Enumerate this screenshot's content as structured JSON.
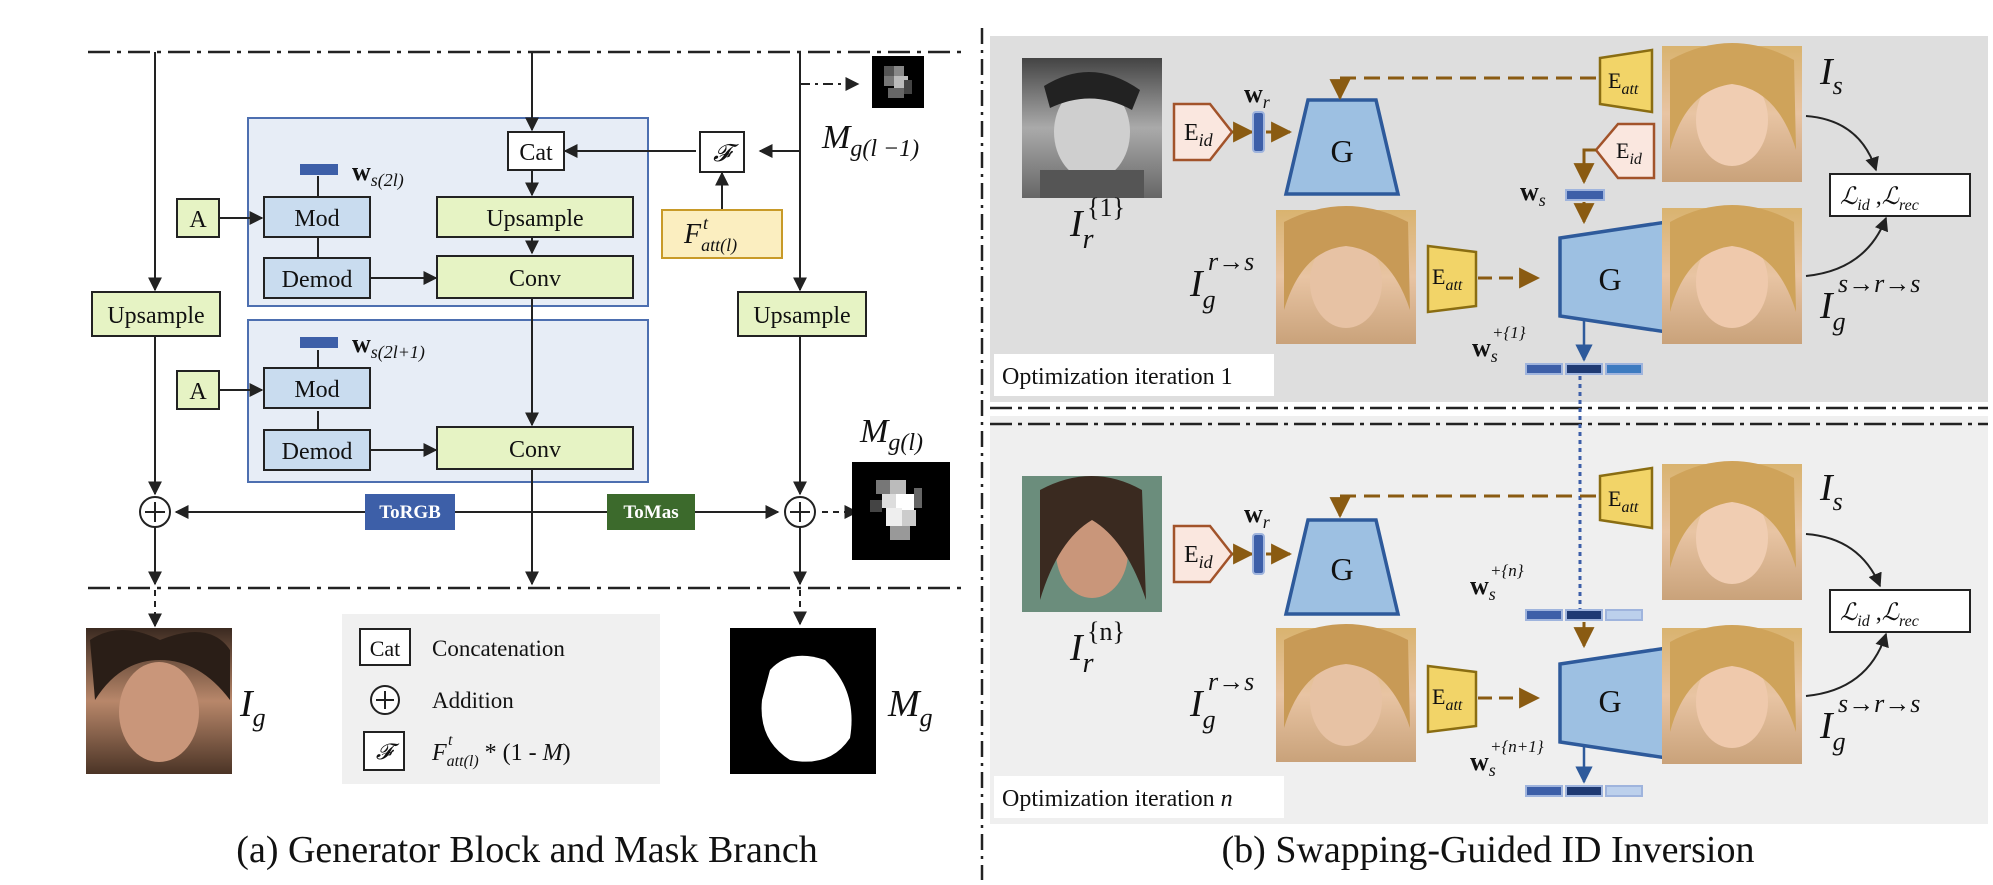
{
  "panel_a": {
    "caption": "(a) Generator Block and Mask Branch",
    "blocks": {
      "cat": "Cat",
      "upsample": "Upsample",
      "conv": "Conv",
      "mod": "Mod",
      "demod": "Demod",
      "a": "A",
      "f": "𝓕",
      "torgb": "ToRGB",
      "tomas": "ToMas"
    },
    "labels": {
      "w_s2l_base": "w",
      "w_s2l_sub": "s(2l)",
      "w_s2l1_base": "w",
      "w_s2l1_sub": "s(2l+1)",
      "m_prev_base": "M",
      "m_prev_sub": "g(l −1)",
      "m_cur_base": "M",
      "m_cur_sub": "g(l)",
      "f_att_base": "F",
      "f_att_sup": "t",
      "f_att_sub": "att(l)",
      "ig_base": "I",
      "ig_sub": "g",
      "mg_base": "M",
      "mg_sub": "g"
    },
    "legend": {
      "cat_symbol": "Cat",
      "cat_text": "Concatenation",
      "add_text": "Addition",
      "f_symbol": "𝓕",
      "f_formula_base": "F",
      "f_formula_sup": "t",
      "f_formula_sub": "att(l)",
      "f_formula_rest": " * (1 - ",
      "f_formula_m": "M",
      "f_formula_close": ")"
    }
  },
  "panel_b": {
    "caption": "(b) Swapping-Guided ID Inversion",
    "top": {
      "iteration_label": "Optimization iteration 1",
      "ir_sup": "{1}",
      "wplus_sup": "+{1}",
      "loss": "ℒid ,ℒrec"
    },
    "bottom": {
      "iteration_label_prefix": "Optimization iteration ",
      "iteration_label_n": "n",
      "ir_sup": "{n}",
      "wplus_sup_a": "+{n}",
      "wplus_sup_b": "+{n+1}",
      "loss": "ℒid ,ℒrec"
    },
    "common": {
      "g": "G",
      "e_base": "E",
      "e_id_sub": "id",
      "e_att_sub": "att",
      "w_base": "w",
      "w_r_sub": "r",
      "w_s_sub": "s",
      "i_base": "I",
      "is_sub": "s",
      "ir_sub": "r",
      "ig_sub": "g",
      "igrs_sup": "r→s",
      "igsrs_sup": "s→r→s",
      "l_id": "ℒ",
      "l_id_sub": "id",
      "l_rec_sub": "rec"
    }
  },
  "colors": {
    "block_bg": "#e7edf6",
    "block_border": "#4d6fb0",
    "green_box": "#e6f3c4",
    "mod_box": "#c9dcef",
    "yellow_box": "#fbeec0",
    "torgb": "#3d5fa8",
    "tomas": "#3c6a2c",
    "g_fill": "#9dc0e2",
    "g_stroke": "#2e5a9b",
    "eatt_fill": "#f2d468",
    "eatt_stroke": "#8a6d12",
    "eid_fill": "#fae7df",
    "eid_stroke": "#a2532a",
    "brown_arrow": "#8a5b12",
    "gray_bg": "#dedede",
    "light_bg": "#efefef",
    "w_vec": "#3d5fa8"
  }
}
